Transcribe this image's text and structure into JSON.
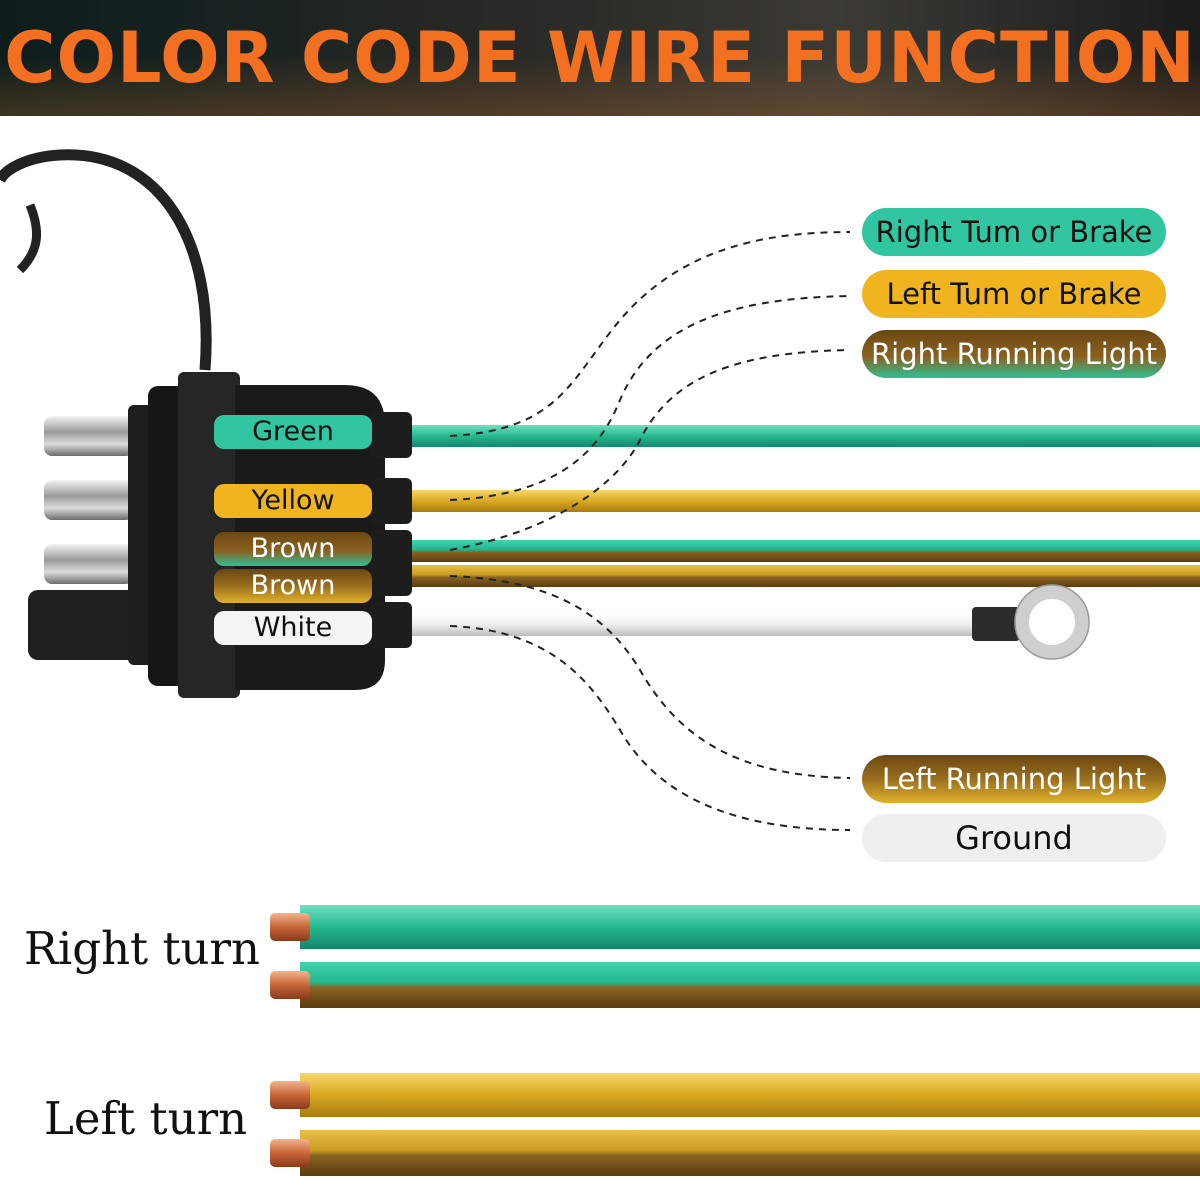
{
  "header": {
    "title": "COLOR CODE WIRE FUNCTION"
  },
  "connector_labels": [
    "Green",
    "Yellow",
    "Brown",
    "Brown",
    "White"
  ],
  "functions": {
    "right_turn_brake": "Right Tum or Brake",
    "left_turn_brake": "Left Tum or Brake",
    "right_running_light": "Right Running Light",
    "left_running_light": "Left Running Light",
    "ground": "Ground"
  },
  "bottom_labels": {
    "right_turn": "Right turn",
    "left_turn": "Left turn"
  },
  "colors": {
    "title": "#f37021",
    "green": "#2ec79e",
    "yellow": "#e3b324",
    "brown": "#7a5518",
    "white": "#f0f0f0"
  }
}
